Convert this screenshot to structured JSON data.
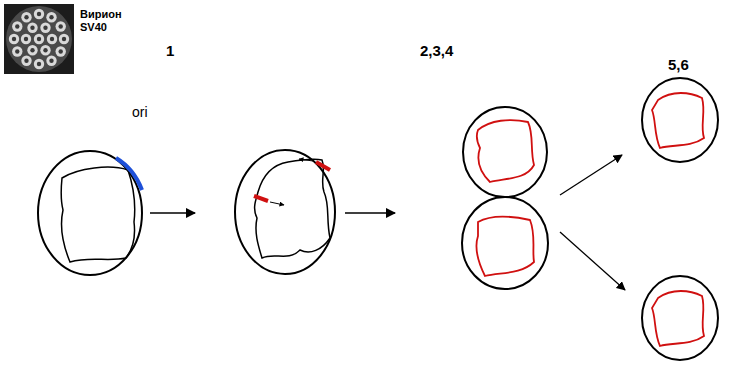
{
  "diagram": {
    "labels": [
      "Вирион SV40",
      "1",
      "2,3,4",
      "5,6",
      "ori"
    ]
  }
}
